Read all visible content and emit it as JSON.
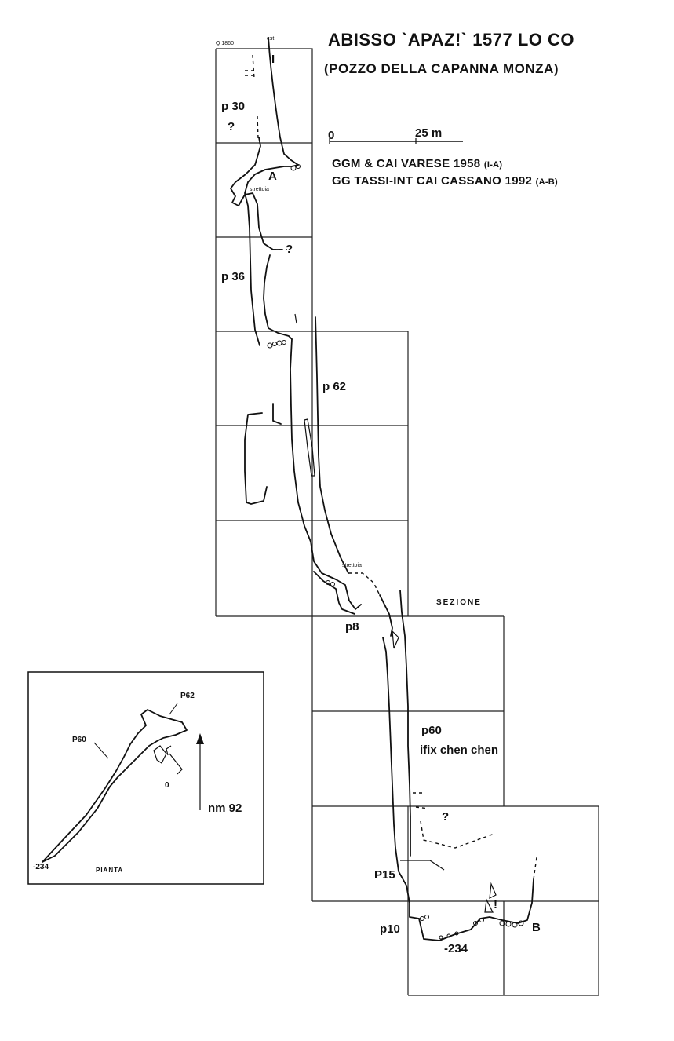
{
  "title": "ABISSO `APAZ!` 1577 LO CO",
  "subtitle": "(POZZO DELLA CAPANNA MONZA)",
  "scale": {
    "zero": "0",
    "end": "25 m"
  },
  "credits": [
    {
      "text": "GGM & CAI VARESE 1958",
      "range": "(I-A)"
    },
    {
      "text": "GG TASSI-INT CAI CASSANO 1992",
      "range": "(A-B)"
    }
  ],
  "section": {
    "label": "SEZIONE",
    "entrance_altitude": "Q 1860",
    "entrance_tag": "est.",
    "points": {
      "i": "I",
      "a": "A",
      "b": "B",
      "excl": "!"
    },
    "narrows_1": "strettoia",
    "narrows_2": "strettoia",
    "question_marks": [
      "?",
      "?",
      "?"
    ],
    "pits": {
      "p30": "p 30",
      "p36": "p 36",
      "p62": "p 62",
      "p8": "p8",
      "p60": "p60",
      "p60_name": "ifix chen chen",
      "p15": "P15",
      "p10": "p10"
    },
    "depth": "-234"
  },
  "plan": {
    "label": "PIANTA",
    "p62": "P62",
    "p60": "P60",
    "origin": "0",
    "depth": "-234",
    "north": "nm 92"
  }
}
